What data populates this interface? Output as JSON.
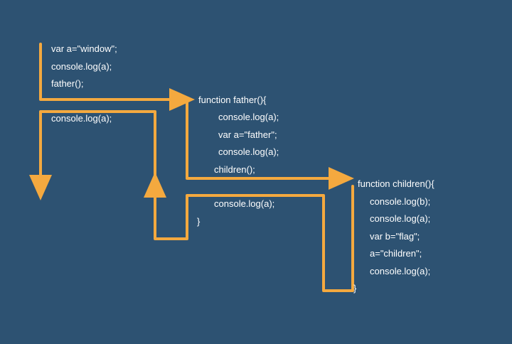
{
  "background_color": "#2d5272",
  "arrow_color": "#f4a93f",
  "text_color": "#ffffff",
  "global_block": {
    "lines": [
      "var a=\"window\";",
      "console.log(a);",
      "father();"
    ],
    "after_return": "console.log(a);"
  },
  "father_block": {
    "header": "function father(){",
    "body": [
      "console.log(a);",
      "var a=\"father\";",
      "console.log(a);",
      "children();"
    ],
    "after_return": "console.log(a);",
    "closing": "}"
  },
  "children_block": {
    "header": "function children(){",
    "body": [
      "console.log(b);",
      "console.log(a);",
      "var b=\"flag\";",
      "a=\"children\";",
      "console.log(a);"
    ],
    "closing": "}"
  }
}
